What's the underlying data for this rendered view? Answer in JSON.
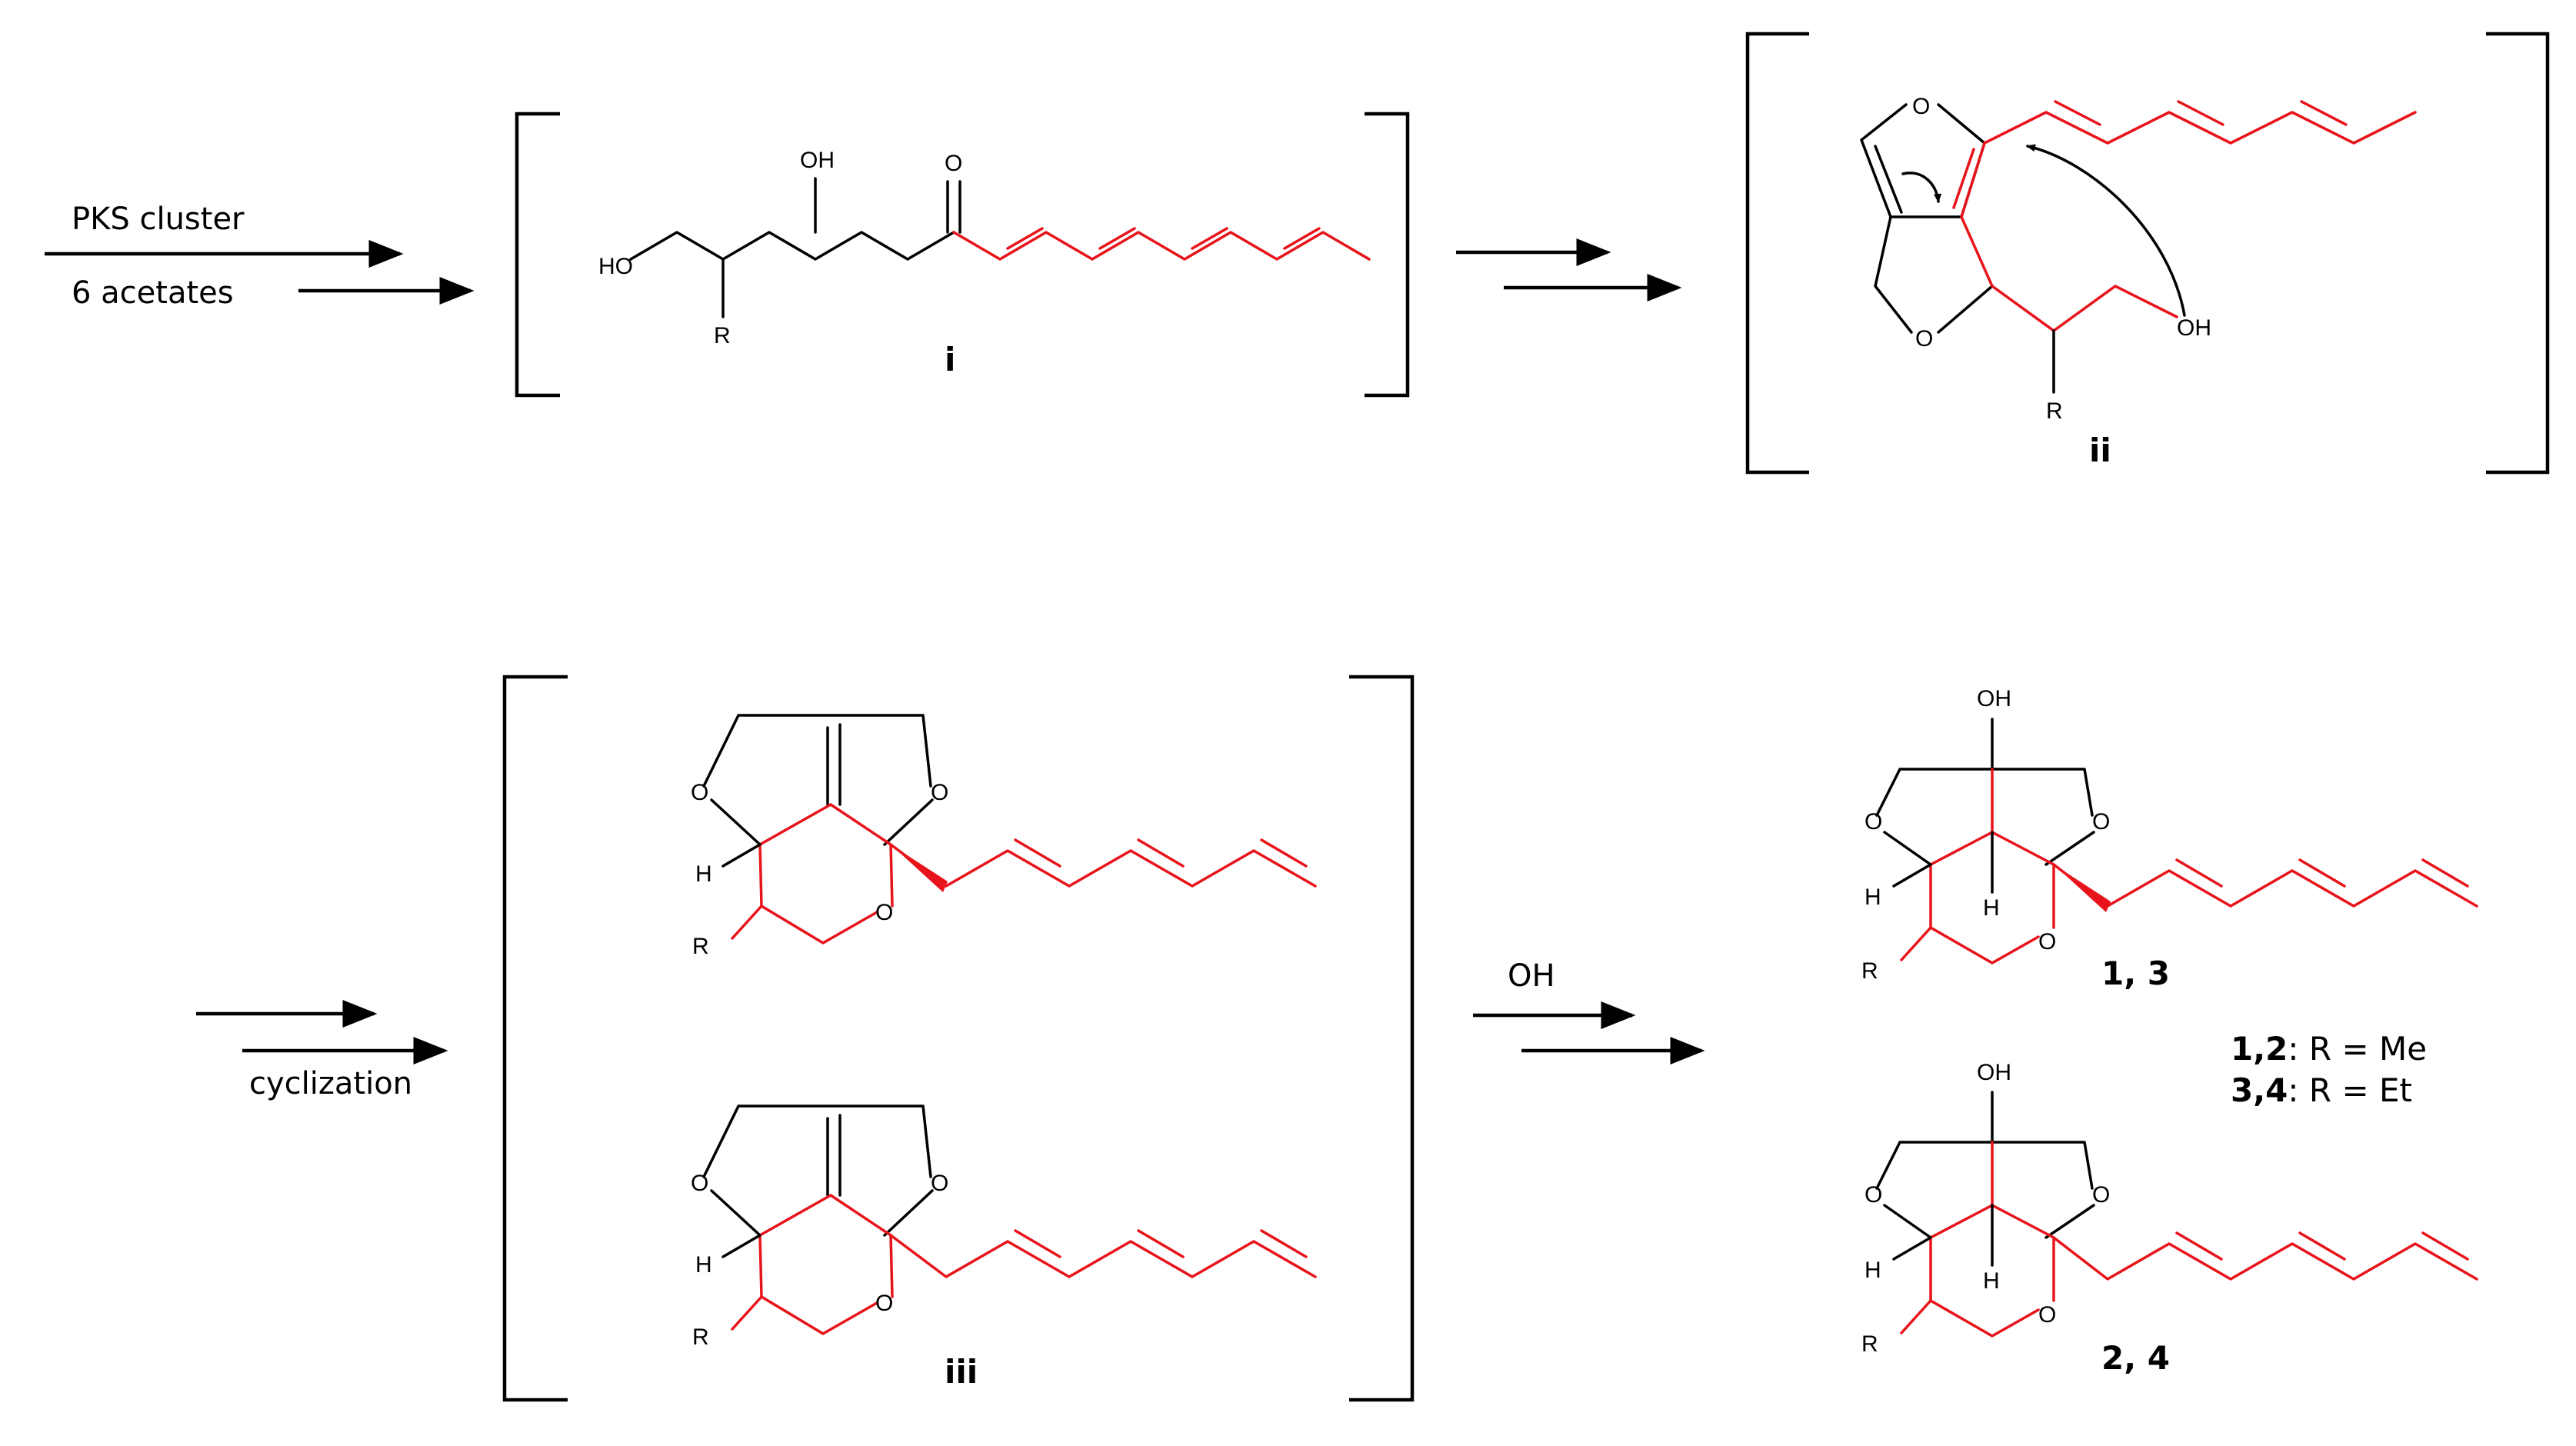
{
  "steps": {
    "s1_top": "PKS cluster",
    "s1_bottom": "6 acetates",
    "s3_bottom": "cyclization",
    "s4_top": "OH"
  },
  "compounds": {
    "i": "i",
    "ii": "ii",
    "iii": "iii",
    "p13": "1, 3",
    "p24": "2, 4"
  },
  "atoms": {
    "HO": "HO",
    "OH": "OH",
    "O": "O",
    "R": "R",
    "H": "H"
  },
  "legend": {
    "l1_bold": "1,2",
    "l1_rest": ": R = Me",
    "l2_bold": "3,4",
    "l2_rest": ": R = Et"
  },
  "colors": {
    "highlight": "#e8141b",
    "bonds": "#000000"
  }
}
